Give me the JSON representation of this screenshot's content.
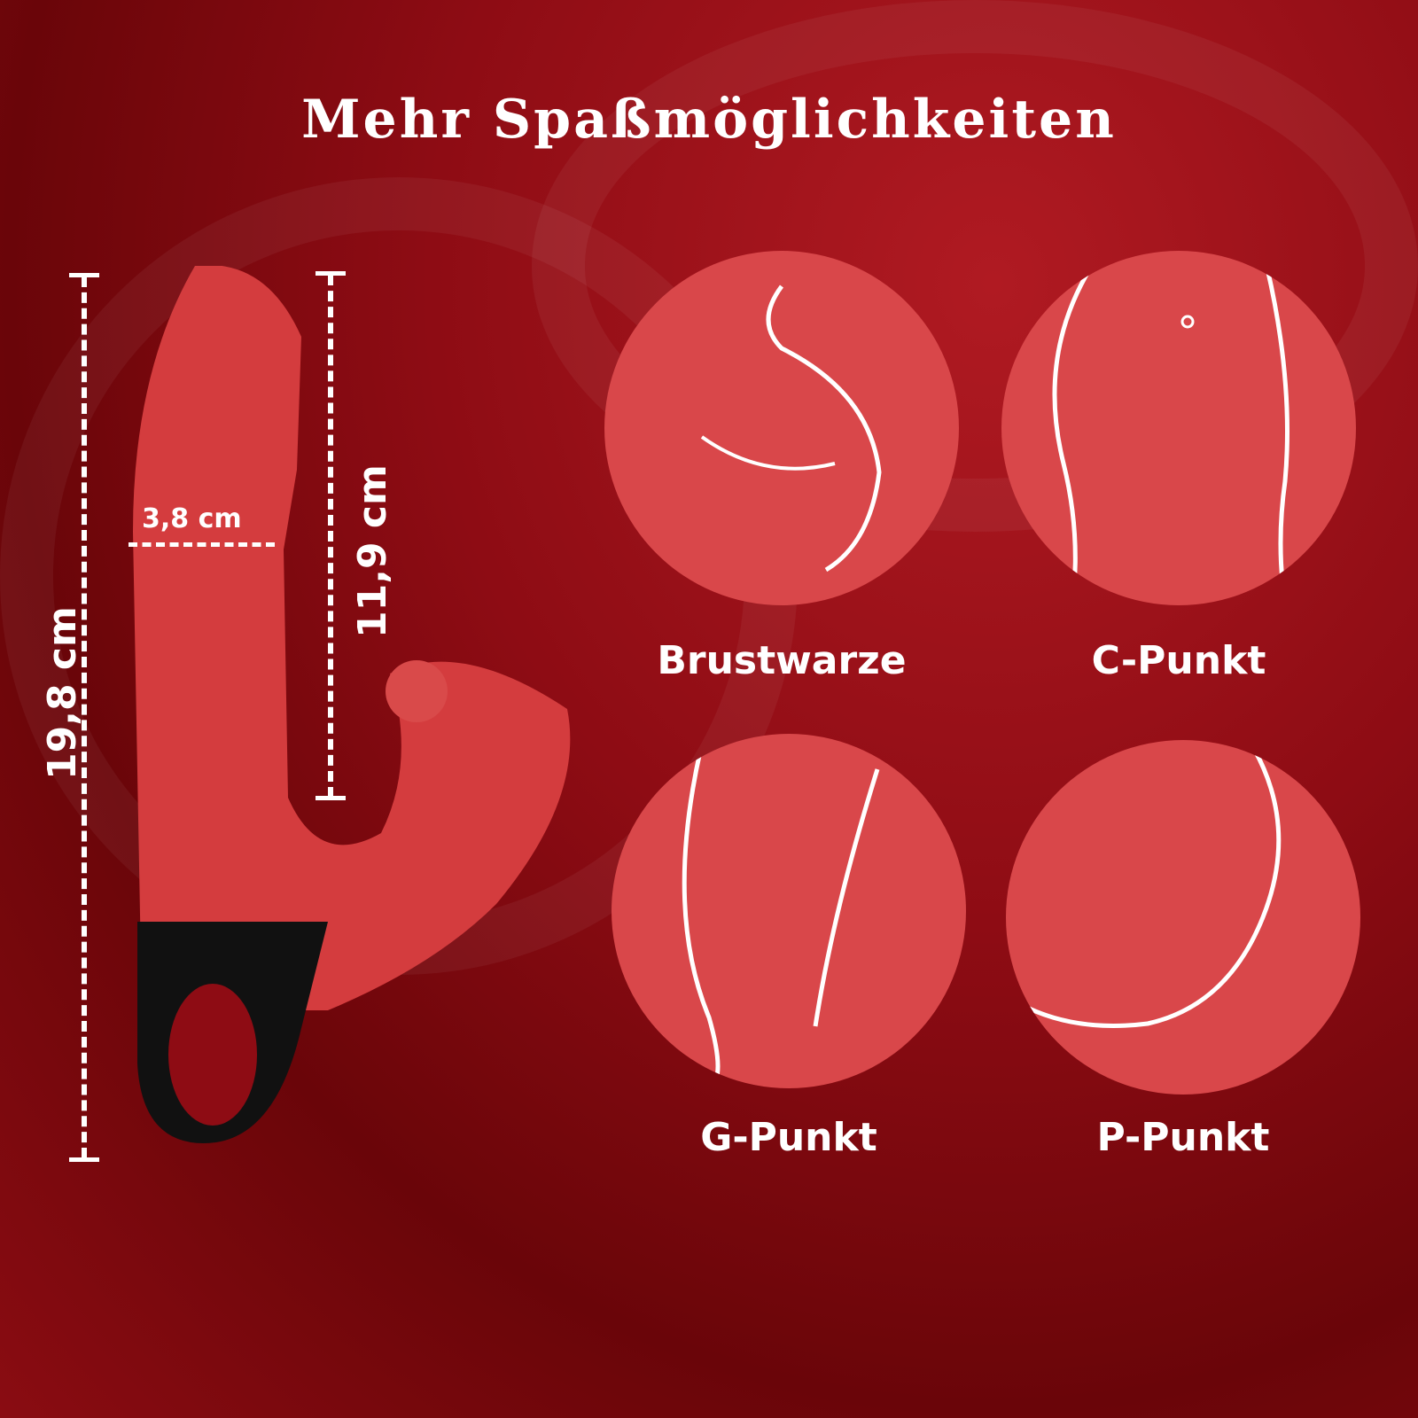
{
  "title": "Mehr Spaßmöglichkeiten",
  "dimensions": {
    "total_length": "19,8 cm",
    "insertable_length": "11,9 cm",
    "diameter": "3,8 cm"
  },
  "positions": [
    {
      "label": "Brustwarze"
    },
    {
      "label": "C-Punkt"
    },
    {
      "label": "G-Punkt"
    },
    {
      "label": "P-Punkt"
    }
  ],
  "colors": {
    "product": "#d43c3e",
    "handle": "#111111",
    "circle": "#d9474a"
  }
}
